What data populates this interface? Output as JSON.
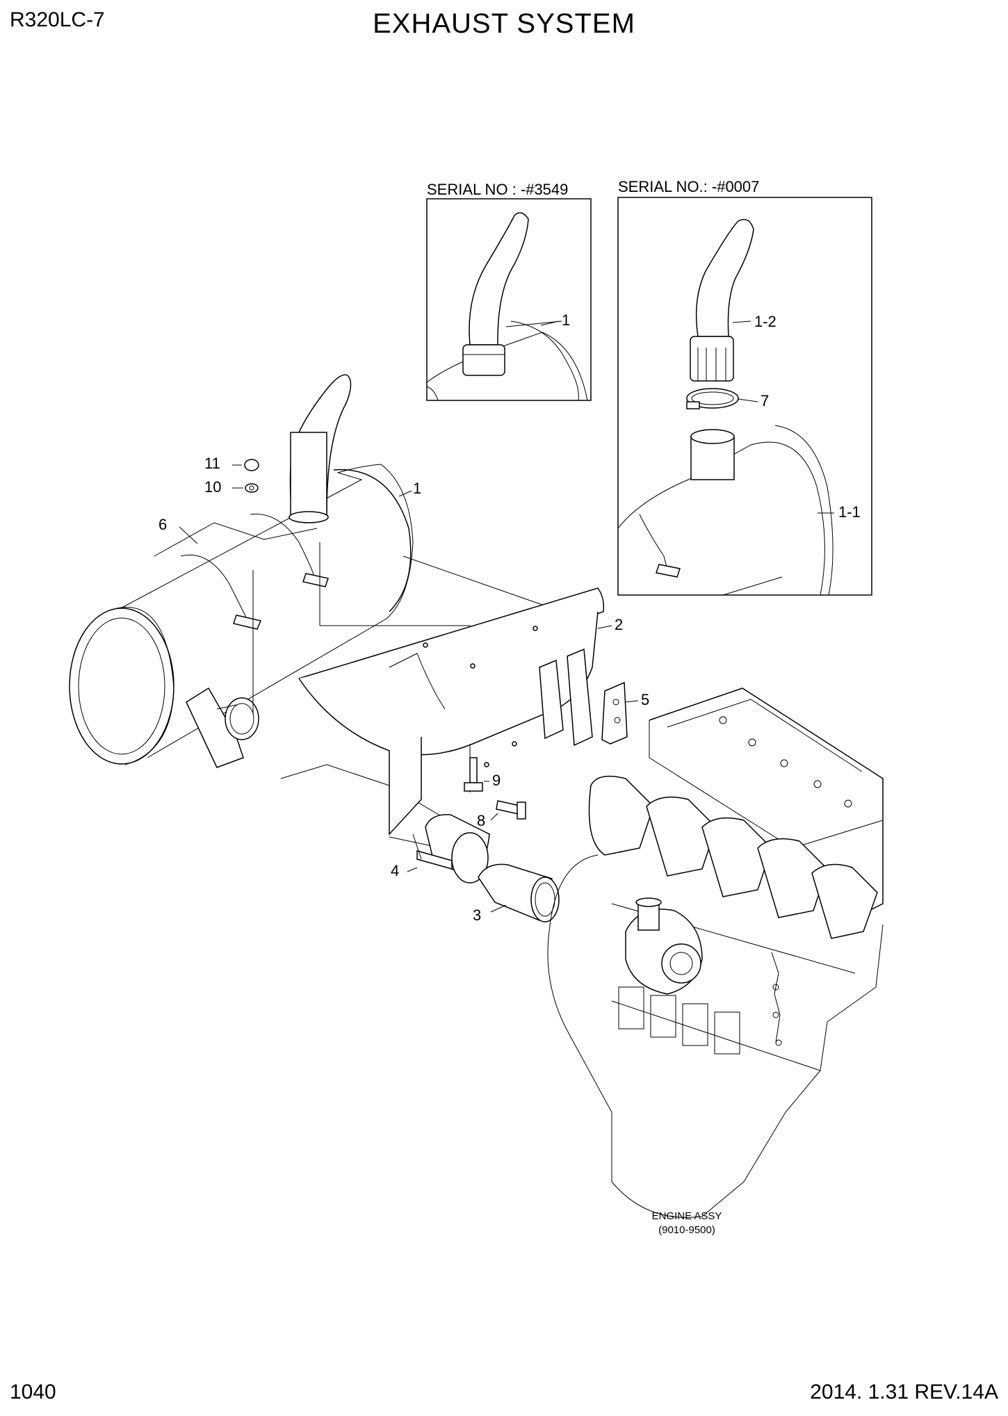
{
  "header": {
    "model": "R320LC-7",
    "title": "EXHAUST SYSTEM"
  },
  "insets": [
    {
      "title": "SERIAL NO : -#3549",
      "callouts": [
        "1"
      ]
    },
    {
      "title": "SERIAL NO.: -#0007",
      "callouts": [
        "1-2",
        "7",
        "1-1"
      ]
    }
  ],
  "callouts": [
    "11",
    "10",
    "1",
    "6",
    "2",
    "5",
    "9",
    "8",
    "4",
    "3"
  ],
  "engine_label": {
    "line1": "ENGINE ASSY",
    "line2": "(9010-9500)"
  },
  "footer": {
    "page_number": "1040",
    "date_revision": "2014. 1.31  REV.14A"
  }
}
